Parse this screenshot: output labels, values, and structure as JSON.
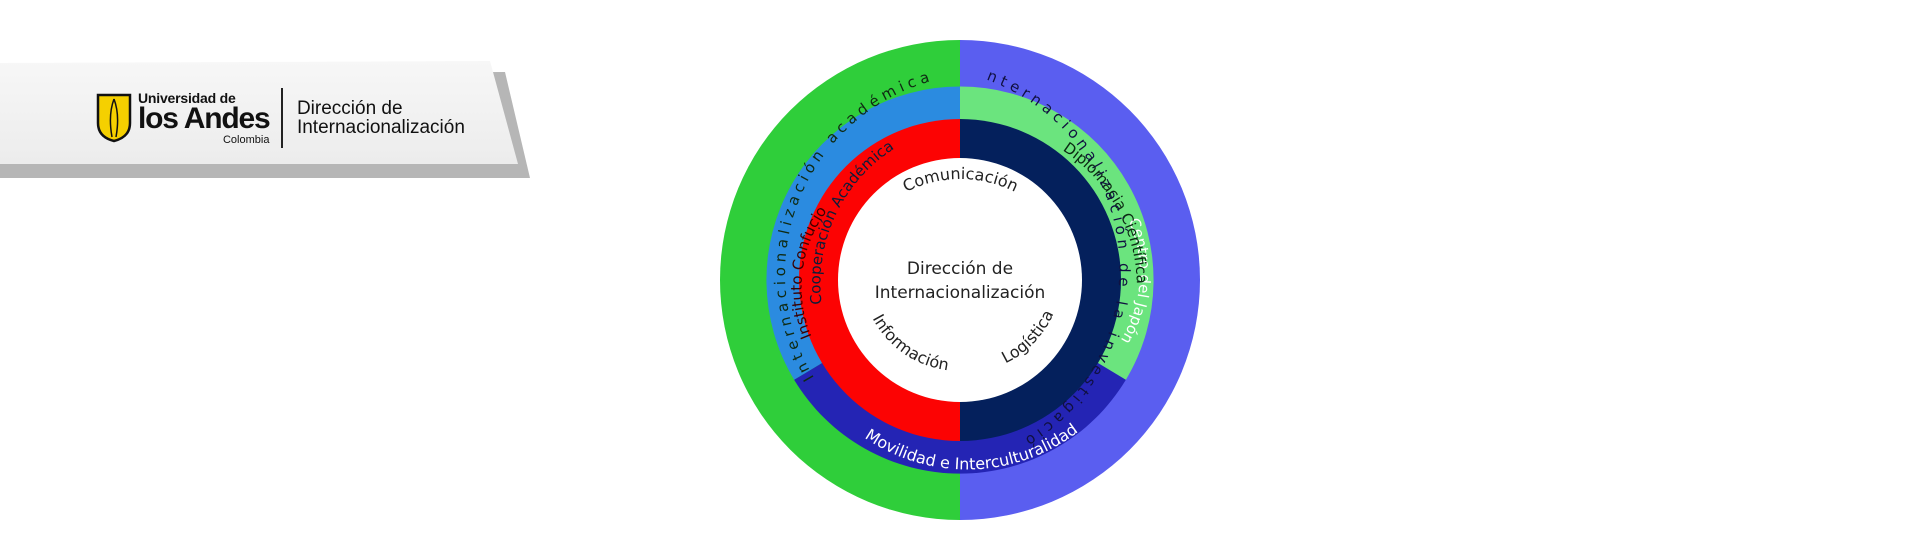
{
  "header": {
    "university_line1": "Universidad de",
    "university_line2": "los Andes",
    "country": "Colombia",
    "dept_line1": "Dirección de",
    "dept_line2": "Internacionalización"
  },
  "diagram": {
    "center_lines": [
      "Dirección de",
      "Internacionalización"
    ],
    "inner_labels": {
      "top": "Comunicación",
      "bottom_left": "Información",
      "bottom_right": "Logística"
    },
    "units": {
      "instituto_confucio": "Instituto Confucio",
      "centro_japon": "Centro del Japón",
      "cooperacion": "Cooperación Académica",
      "diplomacia": "Diplomacia Científica",
      "movilidad": "Movilidad e Interculturalidad"
    },
    "outer": {
      "left": "Internacionalización académica",
      "right": "Internacionalización de la investigación"
    }
  },
  "colors": {
    "outer_left": "#2fce3a",
    "outer_right": "#5a5ef0",
    "mid_left": "#2b8be0",
    "mid_right": "#6be47e",
    "mid_bottom": "#2424b4",
    "inner_left": "#fc0303",
    "inner_right": "#04205c",
    "core": "#ffffff",
    "banner": "#f2f2f2",
    "shield_yellow": "#f5d000"
  }
}
